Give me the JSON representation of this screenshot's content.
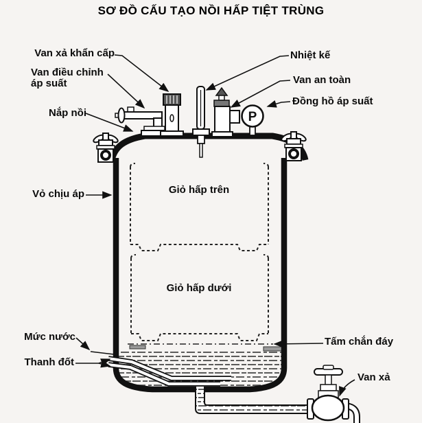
{
  "title": "SƠ ĐỒ CẤU TẠO NỒI HẤP TIỆT TRÙNG",
  "labels": {
    "emergency_valve": "Van xả khẩn cấp",
    "pressure_regulator_line1": "Van điều chỉnh",
    "pressure_regulator_line2": "áp suất",
    "lid": "Nắp nồi",
    "pressure_shell": "Vỏ chịu áp",
    "thermometer": "Nhiệt kế",
    "safety_valve": "Van an toàn",
    "pressure_gauge": "Đồng hồ áp suất",
    "upper_basket": "Giỏ hấp trên",
    "lower_basket": "Giỏ hấp dưới",
    "water_level": "Mức nước",
    "heating_element": "Thanh đốt",
    "bottom_baffle": "Tấm chắn đáy",
    "drain_valve": "Van xả"
  },
  "gauge_letter": "P",
  "colors": {
    "background": "#f6f4f2",
    "line": "#111111",
    "water_dash": "#4a4a4a",
    "plate_gray": "#9a9a9a",
    "label_text": "#0b0b0b"
  }
}
